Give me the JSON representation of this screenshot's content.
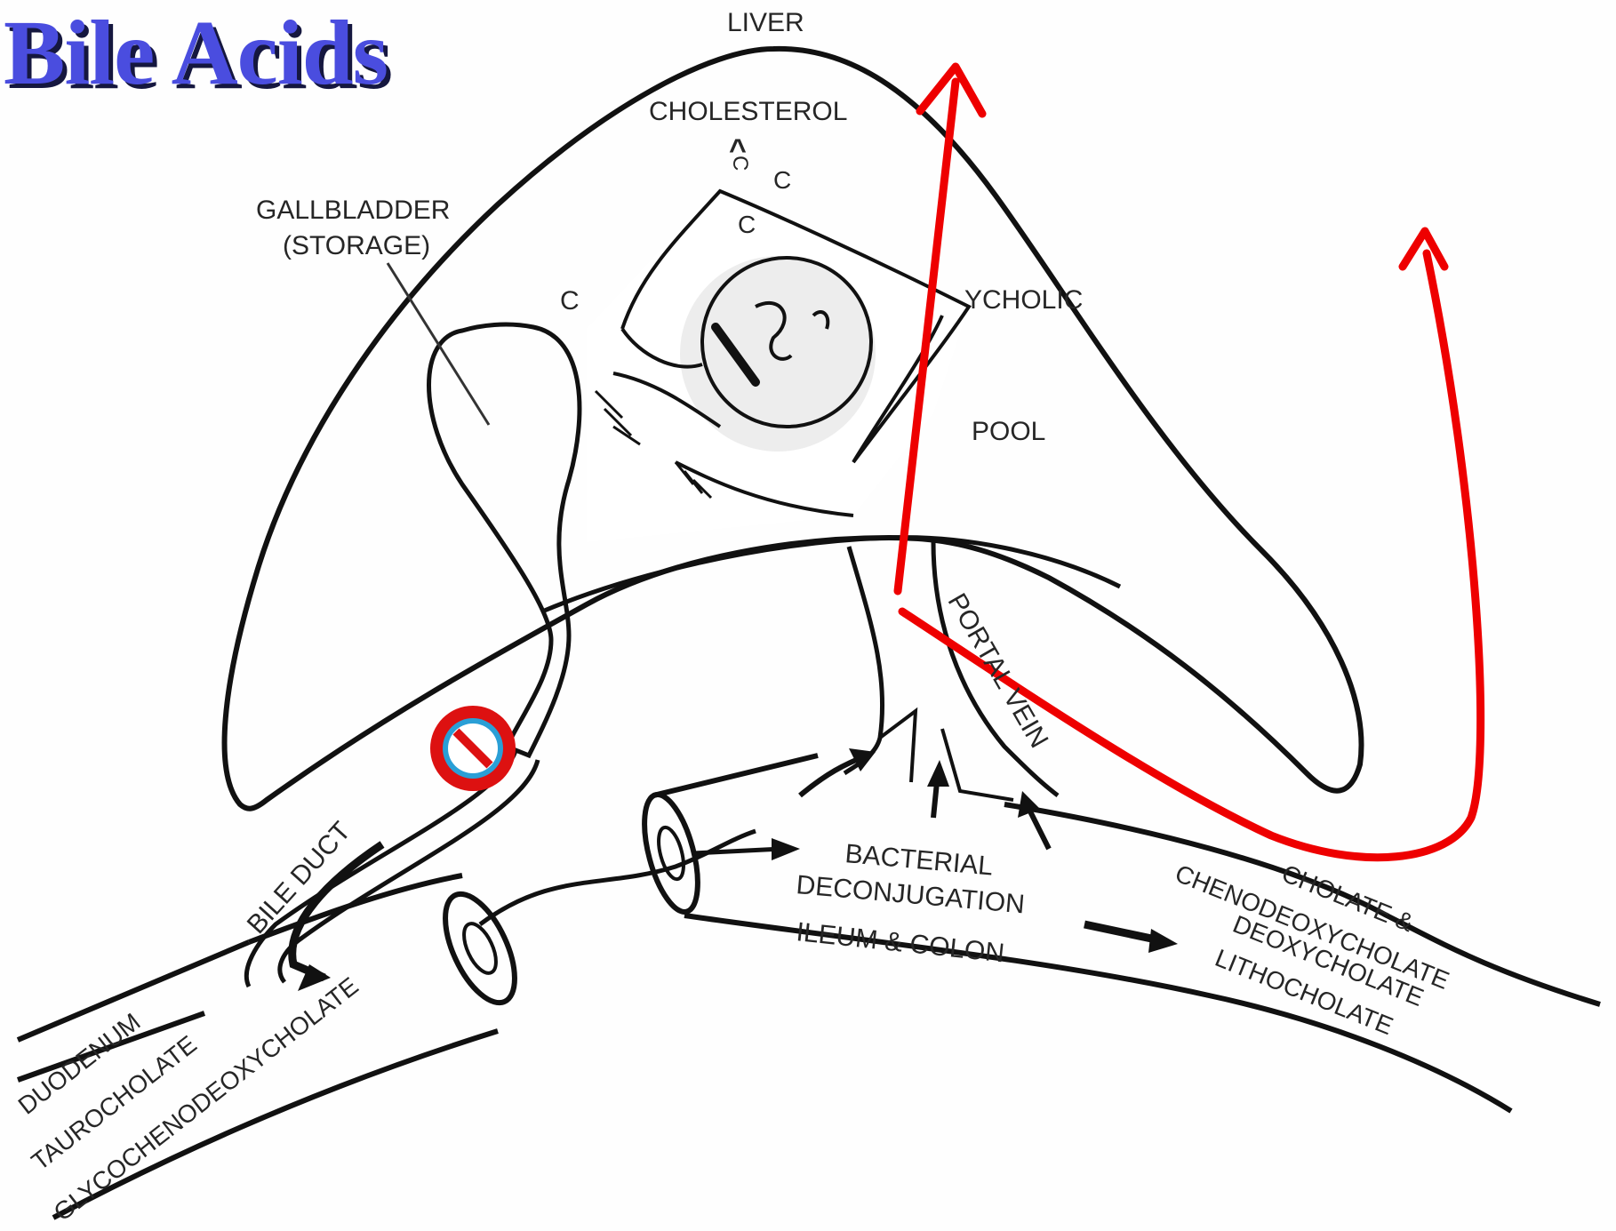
{
  "title": "Bile Acids",
  "labels": {
    "liver": "LIVER",
    "cholesterol": "CHOLESTEROL",
    "gallbladder": "GALLBLADDER",
    "storage": "(STORAGE)",
    "c_fragment": "C",
    "cholic_fragment": "YCHOLIC",
    "pool_fragment": "POOL",
    "portal_vein": "PORTAL VEIN",
    "bile_duct": "BILE DUCT",
    "bacterial": "BACTERIAL",
    "deconjugation": "DECONJUGATION",
    "ileum_colon": "ILEUM & COLON",
    "products": [
      "CHOLATE &",
      "CHENODEOXYCHOLATE",
      "DEOXYCHOLATE",
      "LITHOCHOLATE"
    ],
    "duodenum": "DUODENUM",
    "taurocholate": "TAUROCHOLATE",
    "glyco": "GLYCOCHENODEOXYCHOLATE"
  },
  "colors": {
    "title": "#4a4ddf",
    "title_shadow": "#15173f",
    "ink": "#111111",
    "arrow": "#ee0000",
    "no_sign_ring": "#dd1111",
    "no_sign_fill": "#2a9fd6"
  },
  "icons": [
    "sleeping-figure-icon",
    "no-entry-icon",
    "red-arrow-icon"
  ]
}
